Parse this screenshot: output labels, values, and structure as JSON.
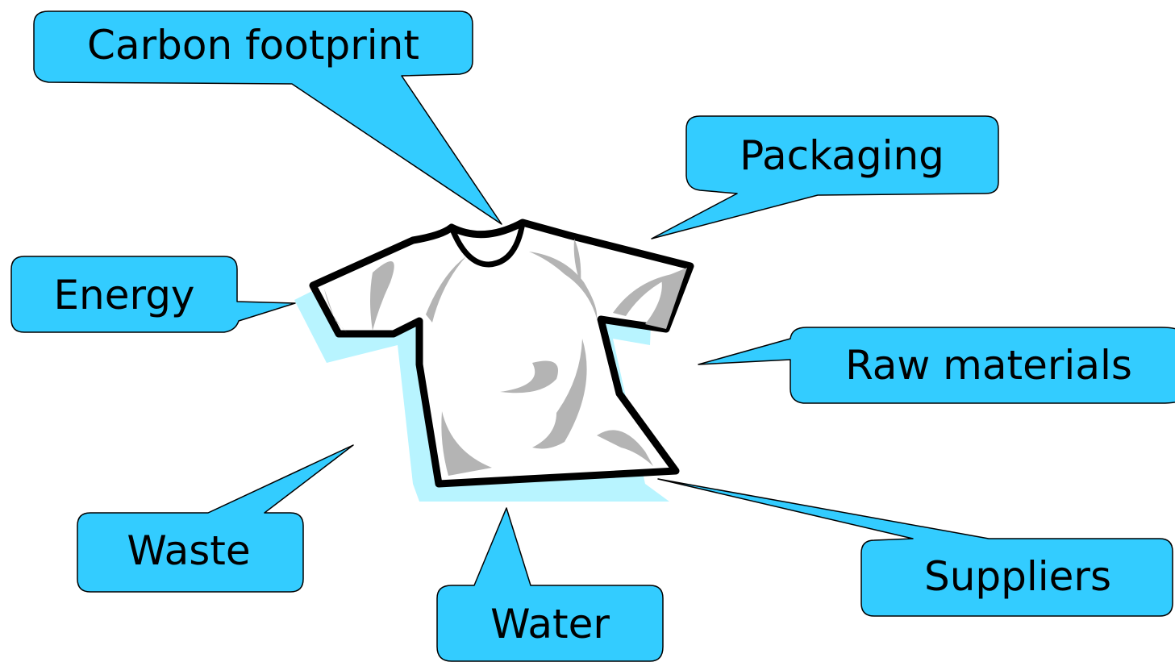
{
  "colors": {
    "callout_fill": "#33CCFF",
    "shirt_shadow": "#B8F4FF",
    "shirt_body": "#FFFFFF",
    "shirt_folds": "#B4B4B4"
  },
  "illustration": {
    "icon": "t-shirt-icon"
  },
  "callouts": {
    "carbon_footprint": "Carbon footprint",
    "packaging": "Packaging",
    "energy": "Energy",
    "raw_materials": "Raw materials",
    "waste": "Waste",
    "water": "Water",
    "suppliers": "Suppliers"
  }
}
